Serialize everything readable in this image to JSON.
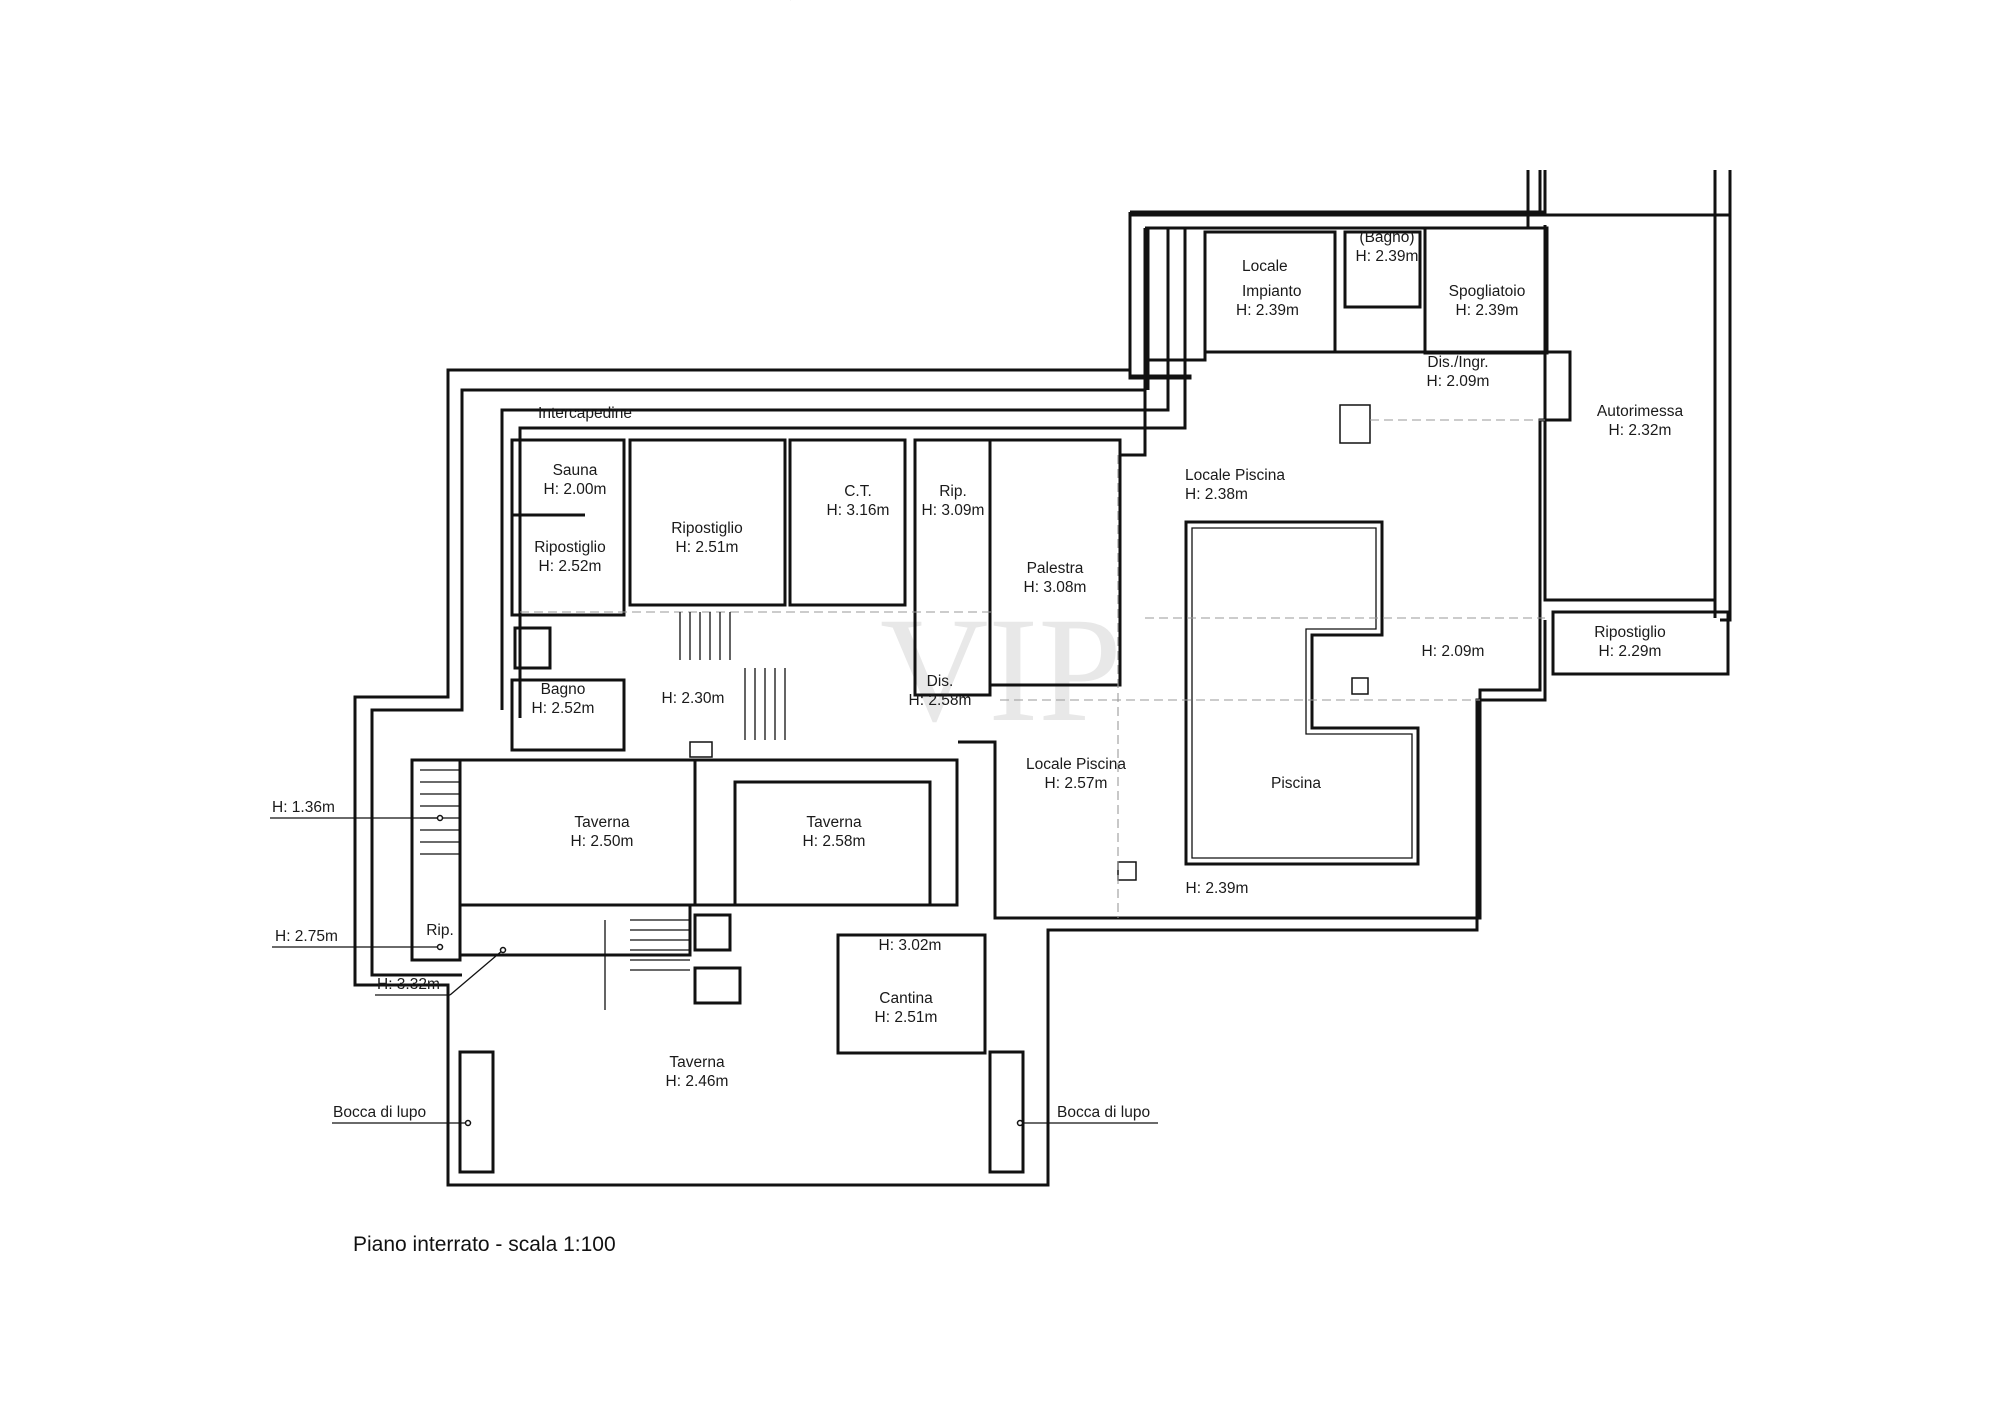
{
  "caption": "Piano interrato - scala 1:100",
  "watermark": "VIP",
  "rooms": [
    {
      "id": "intercapedine",
      "lines": [
        "Intercapedine"
      ]
    },
    {
      "id": "sauna",
      "lines": [
        "Sauna",
        "H: 2.00m"
      ]
    },
    {
      "id": "ripostiglio-a",
      "lines": [
        "Ripostiglio",
        "H: 2.52m"
      ]
    },
    {
      "id": "ripostiglio-b",
      "lines": [
        "Ripostiglio",
        "H: 2.51m"
      ]
    },
    {
      "id": "ct",
      "lines": [
        "C.T.",
        "H: 3.16m"
      ]
    },
    {
      "id": "rip-a",
      "lines": [
        "Rip.",
        "H: 3.09m"
      ]
    },
    {
      "id": "palestra",
      "lines": [
        "Palestra",
        "H: 3.08m"
      ]
    },
    {
      "id": "bagno",
      "lines": [
        "Bagno",
        "H: 2.52m"
      ]
    },
    {
      "id": "hall",
      "lines": [
        "H: 2.30m"
      ]
    },
    {
      "id": "dis",
      "lines": [
        "Dis.",
        "H: 2.58m"
      ]
    },
    {
      "id": "taverna-a",
      "lines": [
        "Taverna",
        "H: 2.50m"
      ]
    },
    {
      "id": "taverna-b",
      "lines": [
        "Taverna",
        "H: 2.58m"
      ]
    },
    {
      "id": "locale-piscina-b",
      "lines": [
        "Locale Piscina",
        "H: 2.57m"
      ]
    },
    {
      "id": "locale-impianto",
      "lines": [
        "Locale",
        "Impianto",
        "H: 2.39m"
      ]
    },
    {
      "id": "bagno-b",
      "lines": [
        "(Bagno)",
        "H: 2.39m"
      ]
    },
    {
      "id": "spogliatoio",
      "lines": [
        "Spogliatoio",
        "H: 2.39m"
      ]
    },
    {
      "id": "dis-ingr",
      "lines": [
        "Dis./Ingr.",
        "H: 2.09m"
      ]
    },
    {
      "id": "autorimessa",
      "lines": [
        "Autorimessa",
        "H: 2.32m"
      ]
    },
    {
      "id": "locale-piscina-a",
      "lines": [
        "Locale Piscina",
        "H: 2.38m"
      ]
    },
    {
      "id": "pool-side",
      "lines": [
        "H: 2.09m"
      ]
    },
    {
      "id": "ripostiglio-c",
      "lines": [
        "Ripostiglio",
        "H: 2.29m"
      ]
    },
    {
      "id": "piscina",
      "lines": [
        "Piscina"
      ]
    },
    {
      "id": "pool-bottom",
      "lines": [
        "H: 2.39m"
      ]
    },
    {
      "id": "rip-b",
      "lines": [
        "Rip."
      ]
    },
    {
      "id": "cantina-h",
      "lines": [
        "H: 3.02m"
      ]
    },
    {
      "id": "cantina",
      "lines": [
        "Cantina",
        "H: 2.51m"
      ]
    },
    {
      "id": "taverna-c",
      "lines": [
        "Taverna",
        "H: 2.46m"
      ]
    }
  ],
  "leaders": [
    {
      "id": "h136",
      "text": "H: 1.36m"
    },
    {
      "id": "h275",
      "text": "H: 2.75m"
    },
    {
      "id": "h332",
      "text": "H: 3.32m"
    },
    {
      "id": "bocca-left",
      "text": "Bocca di lupo"
    },
    {
      "id": "bocca-right",
      "text": "Bocca di lupo"
    }
  ]
}
